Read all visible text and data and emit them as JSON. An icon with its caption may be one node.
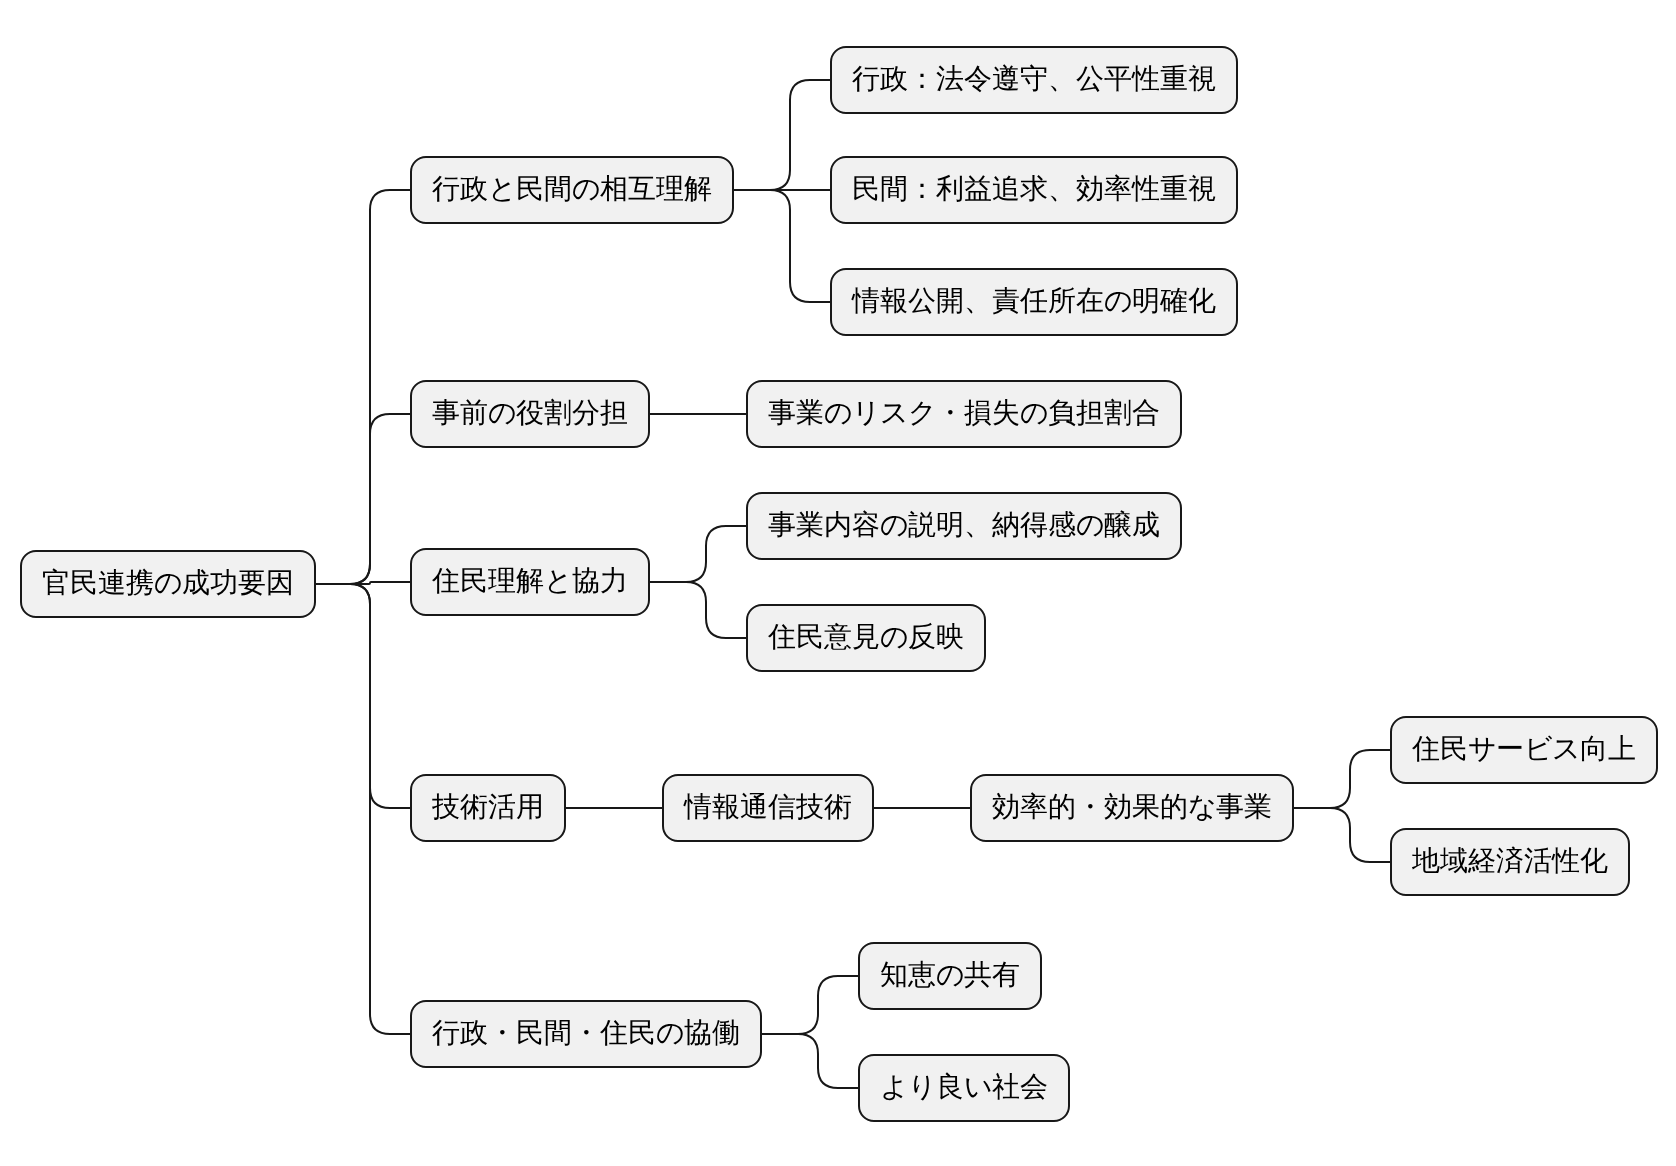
{
  "diagram": {
    "nodes": [
      {
        "text": [
          "官民連携の成功要因"
        ]
      },
      {
        "text": [
          "行政と民間の相互理解"
        ]
      },
      {
        "text": [
          "行政：法令遵守、公平性重視"
        ]
      },
      {
        "text": [
          "民間：利益追求、効率性重視"
        ]
      },
      {
        "text": [
          "情報公開、責任所在の明確化"
        ]
      },
      {
        "text": [
          "事前の役割分担"
        ]
      },
      {
        "text": [
          "事業のリスク・損失の負担割合"
        ]
      },
      {
        "text": [
          "住民理解と協力"
        ]
      },
      {
        "text": [
          "事業内容の説明、納得感の醸成"
        ]
      },
      {
        "text": [
          "住民意見の反映"
        ]
      },
      {
        "text": [
          "技術活用"
        ]
      },
      {
        "text": [
          "情報通信技術"
        ]
      },
      {
        "text": [
          "効率的・効果的な事業"
        ]
      },
      {
        "text": [
          "住民サービス向上"
        ]
      },
      {
        "text": [
          "地域経済活性化"
        ]
      },
      {
        "text": [
          "行政・民間・住民の協働"
        ]
      },
      {
        "text": [
          "知恵の共有"
        ]
      },
      {
        "text": [
          "より良い社会"
        ]
      }
    ],
    "edges": [
      {
        "from": 0,
        "to": 1,
        "arrow": "none"
      },
      {
        "from": 1,
        "to": 2,
        "arrow": "none"
      },
      {
        "from": 1,
        "to": 3,
        "arrow": "none"
      },
      {
        "from": 1,
        "to": 4,
        "arrow": "none"
      },
      {
        "from": 0,
        "to": 5,
        "arrow": "none"
      },
      {
        "from": 5,
        "to": 6,
        "arrow": "none"
      },
      {
        "from": 0,
        "to": 7,
        "arrow": "none"
      },
      {
        "from": 7,
        "to": 8,
        "arrow": "none"
      },
      {
        "from": 7,
        "to": 9,
        "arrow": "none"
      },
      {
        "from": 0,
        "to": 10,
        "arrow": "none"
      },
      {
        "from": 10,
        "to": 11,
        "arrow": "none"
      },
      {
        "from": 11,
        "to": 12,
        "arrow": "none"
      },
      {
        "from": 12,
        "to": 13,
        "arrow": "none"
      },
      {
        "from": 12,
        "to": 14,
        "arrow": "none"
      },
      {
        "from": 0,
        "to": 15,
        "arrow": "none"
      },
      {
        "from": 15,
        "to": 16,
        "arrow": "none"
      },
      {
        "from": 15,
        "to": 17,
        "arrow": "none"
      }
    ]
  }
}
